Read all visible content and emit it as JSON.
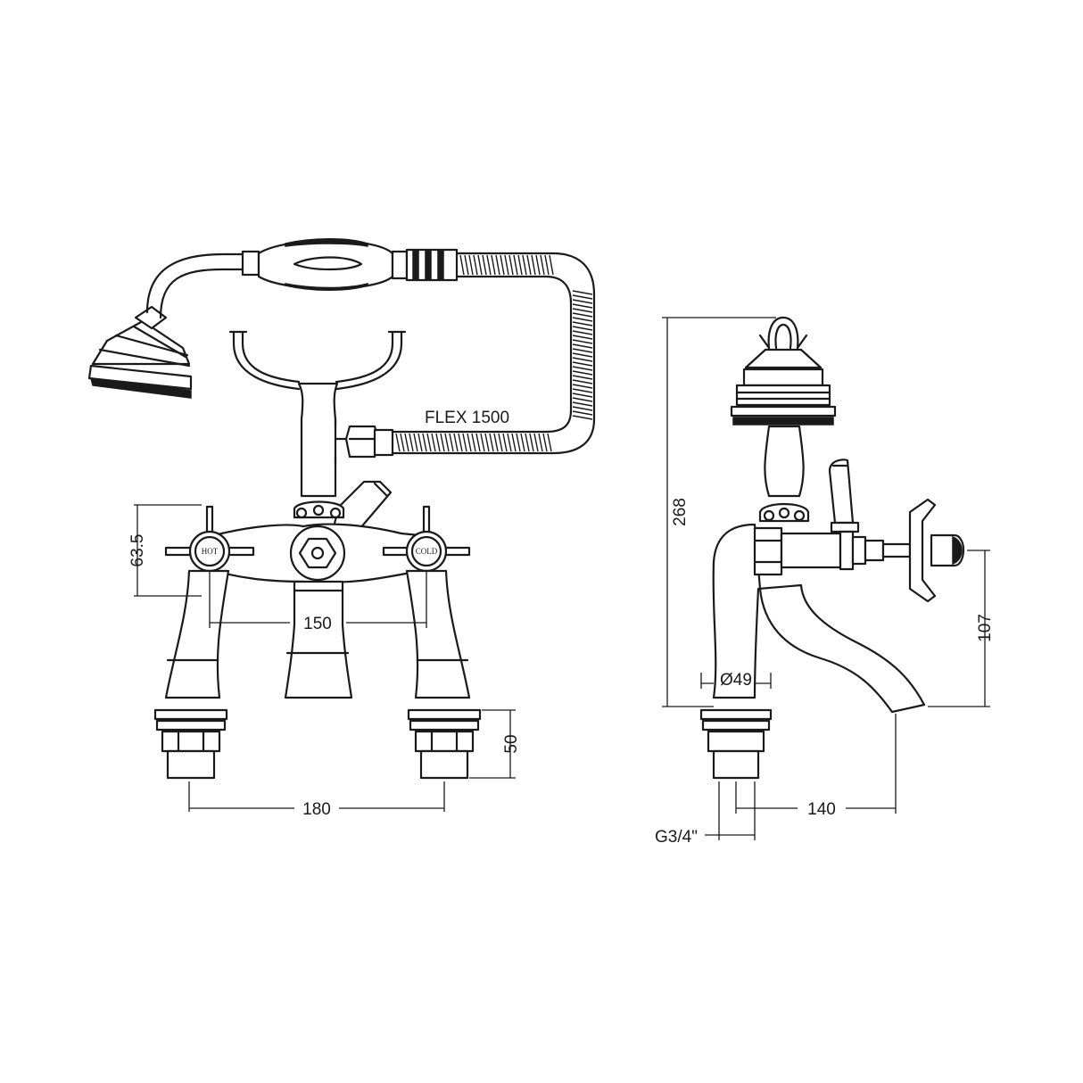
{
  "front_view": {
    "hose_label": "FLEX 1500",
    "hot_label": "HOT",
    "cold_label": "COLD",
    "dim_handle_height": "63.5",
    "dim_handle_spacing": "150",
    "dim_base_height": "50",
    "dim_base_spacing": "180"
  },
  "side_view": {
    "dim_total_height": "268",
    "dim_spout_height": "107",
    "dim_body_diameter": "Ø49",
    "dim_spout_reach": "140",
    "dim_thread": "G3/4\""
  }
}
